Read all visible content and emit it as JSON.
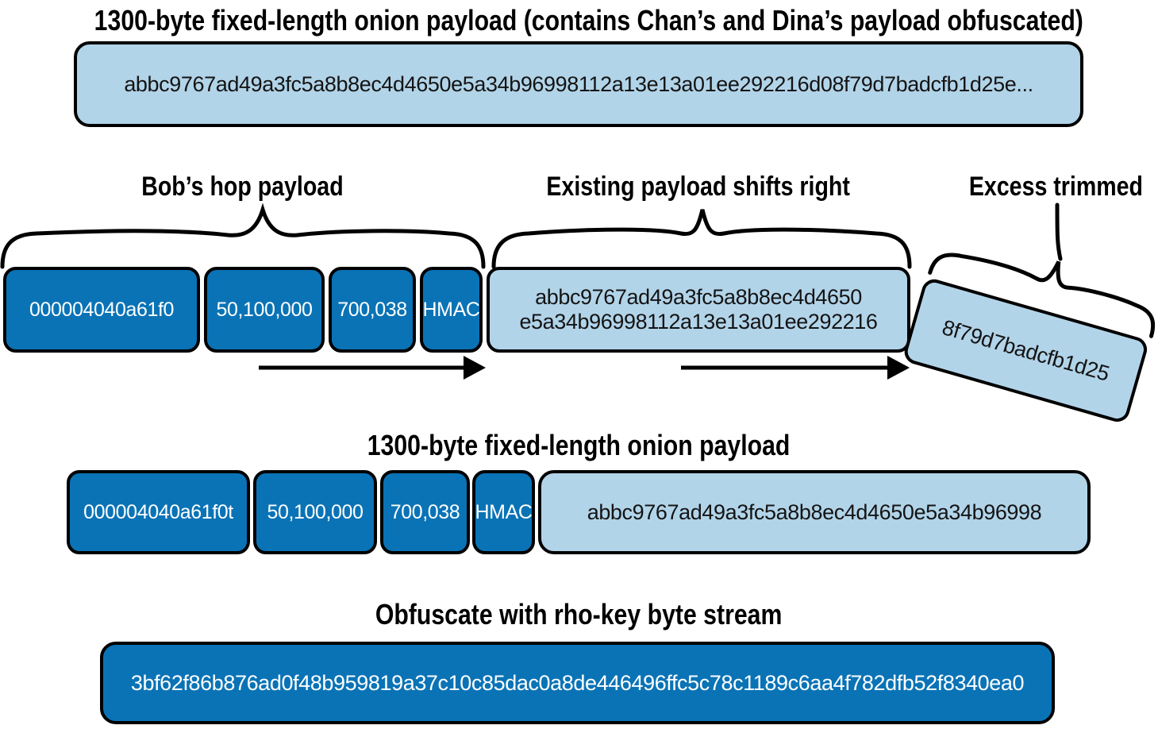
{
  "colors": {
    "dark_blue": "#0a73b6",
    "light_blue": "#b2d4e9",
    "stroke": "#000000"
  },
  "top": {
    "title": "1300-byte fixed-length onion payload (contains Chan’s and Dina’s payload obfuscated)",
    "payload": "abbc9767ad49a3fc5a8b8ec4d4650e5a34b96998112a13e13a01ee292216d08f79d7badcfb1d25e..."
  },
  "middle": {
    "label_bob": "Bob’s hop payload",
    "label_shift": "Existing payload shifts right",
    "label_trim": "Excess trimmed",
    "boxes": [
      "000004040a61f0",
      "50,100,000",
      "700,038",
      "HMAC"
    ],
    "existing_line1": "abbc9767ad49a3fc5a8b8ec4d4650",
    "existing_line2": "e5a34b96998112a13e13a01ee292216",
    "trimmed": "8f79d7badcfb1d25"
  },
  "second": {
    "title": "1300-byte fixed-length onion payload",
    "boxes": [
      "000004040a61f0t",
      "50,100,000",
      "700,038",
      "HMAC"
    ],
    "payload": "abbc9767ad49a3fc5a8b8ec4d4650e5a34b96998"
  },
  "bottom": {
    "title": "Obfuscate with rho-key byte stream",
    "stream": "3bf62f86b876ad0f48b959819a37c10c85dac0a8de446496ffc5c78c1189c6aa4f782dfb52f8340ea0"
  }
}
